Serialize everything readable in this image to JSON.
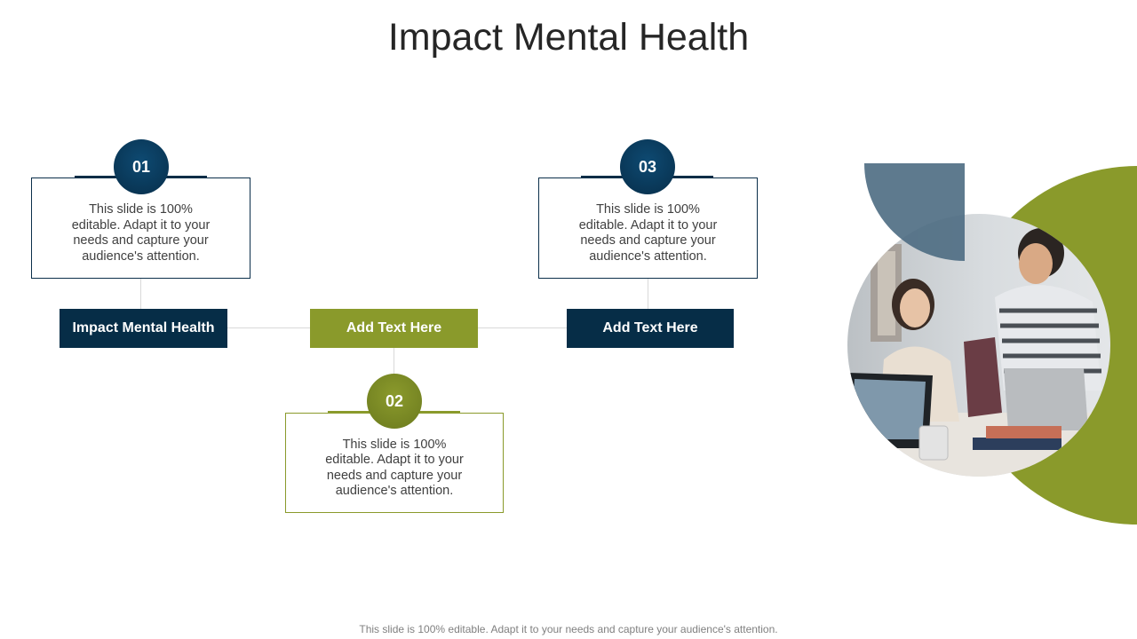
{
  "slide": {
    "title": "Impact Mental Health",
    "footer": "This slide is 100% editable. Adapt it to your needs and capture your audience's attention."
  },
  "steps": [
    {
      "number": "01",
      "text": "This slide is 100% editable. Adapt it to your needs and capture your audience's attention.",
      "label": "Impact Mental Health",
      "color": "#062d47"
    },
    {
      "number": "02",
      "text": "This slide is 100% editable. Adapt it to your needs and capture your audience's attention.",
      "label": "Add Text Here",
      "color": "#8a9a2b"
    },
    {
      "number": "03",
      "text": "This slide is 100% editable. Adapt it to your needs and capture your audience's attention.",
      "label": "Add Text Here",
      "color": "#062d47"
    }
  ],
  "colors": {
    "navy": "#062d47",
    "olive": "#8a9a2b",
    "slate_blue": "#4d6b82"
  }
}
